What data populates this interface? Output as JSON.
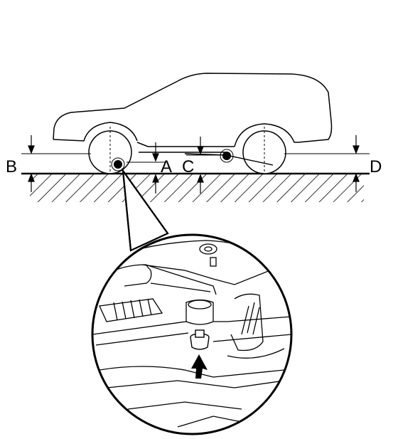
{
  "labels": {
    "A": "A",
    "B": "B",
    "C": "C",
    "D": "D"
  },
  "icons": {
    "vehicle": "car-side-outline-icon",
    "front_wheel": "wheel-icon",
    "rear_wheel": "wheel-icon",
    "ground": "hatched-ground-icon",
    "front_point": "measurement-point-icon",
    "rear_point": "measurement-point-icon",
    "detail": "magnified-detail-callout-icon",
    "bolt": "bolt-icon",
    "arrow": "arrow-up-icon"
  },
  "colors": {
    "line": "#000000",
    "background": "#ffffff"
  }
}
